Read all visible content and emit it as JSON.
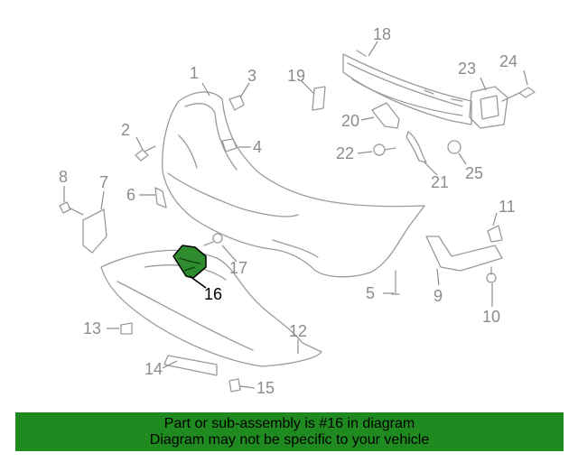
{
  "diagram": {
    "highlight_color": "#2e8b2e",
    "callouts": [
      {
        "id": "c1",
        "label": "1"
      },
      {
        "id": "c2",
        "label": "2"
      },
      {
        "id": "c3",
        "label": "3"
      },
      {
        "id": "c4",
        "label": "4"
      },
      {
        "id": "c5",
        "label": "5"
      },
      {
        "id": "c6",
        "label": "6"
      },
      {
        "id": "c7",
        "label": "7"
      },
      {
        "id": "c8",
        "label": "8"
      },
      {
        "id": "c9",
        "label": "9"
      },
      {
        "id": "c10",
        "label": "10"
      },
      {
        "id": "c11",
        "label": "11"
      },
      {
        "id": "c12",
        "label": "12"
      },
      {
        "id": "c13",
        "label": "13"
      },
      {
        "id": "c14",
        "label": "14"
      },
      {
        "id": "c15",
        "label": "15"
      },
      {
        "id": "c16",
        "label": "16"
      },
      {
        "id": "c17",
        "label": "17"
      },
      {
        "id": "c18",
        "label": "18"
      },
      {
        "id": "c19",
        "label": "19"
      },
      {
        "id": "c20",
        "label": "20"
      },
      {
        "id": "c21",
        "label": "21"
      },
      {
        "id": "c22",
        "label": "22"
      },
      {
        "id": "c23",
        "label": "23"
      },
      {
        "id": "c24",
        "label": "24"
      },
      {
        "id": "c25",
        "label": "25"
      }
    ]
  },
  "banner": {
    "line1": "Part or sub-assembly is #16 in diagram",
    "line2": "Diagram may not be specific to your vehicle",
    "bg_color": "#1f8a1f"
  }
}
